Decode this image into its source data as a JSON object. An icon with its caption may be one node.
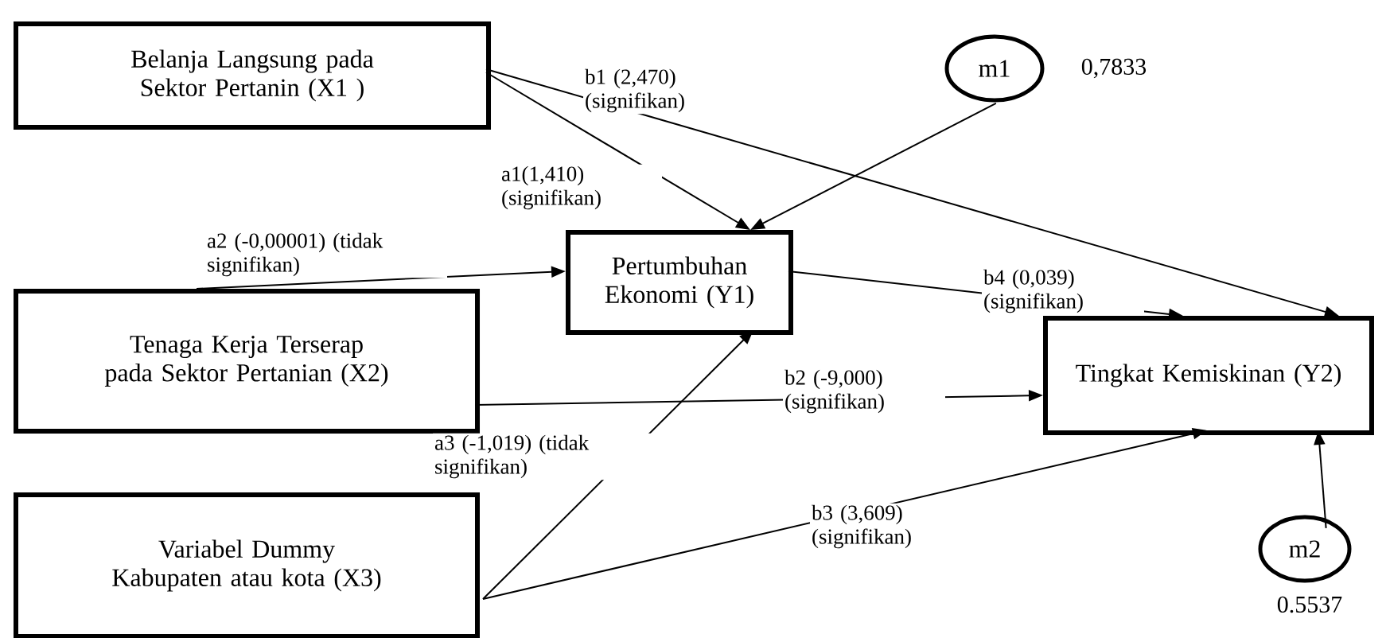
{
  "diagram": {
    "nodes": [
      {
        "text": [
          "Belanja Langsung pada Sektor Pertanin (X1 )"
        ]
      },
      {
        "text": [
          "Tenaga Kerja Terserap pada Sektor Pertanian (X2)"
        ]
      },
      {
        "text": [
          "Variabel Dummy Kabupaten atau kota (X3)"
        ]
      },
      {
        "text": [
          "Pertumbuhan Ekonomi (Y1)"
        ]
      },
      {
        "text": [
          "Tingkat Kemiskinan (Y2)"
        ]
      },
      {
        "text": [
          "m1"
        ],
        "beside": [
          "0,7833"
        ]
      },
      {
        "text": [
          "m2"
        ],
        "beside": [
          "0.5537"
        ]
      }
    ],
    "edges": [
      {
        "from": 0,
        "to": 4,
        "arrow": "to",
        "label": "b1 (2,470) (signifikan)"
      },
      {
        "from": 0,
        "to": 3,
        "arrow": "to",
        "label": "a1(1,410) (signifikan)"
      },
      {
        "from": 5,
        "to": 3,
        "arrow": "to"
      },
      {
        "from": 1,
        "to": 3,
        "arrow": "to",
        "label": "a2 (-0,00001) (tidak signifikan)"
      },
      {
        "from": 3,
        "to": 4,
        "arrow": "to",
        "label": "b4 (0,039) (signifikan)"
      },
      {
        "from": 1,
        "to": 4,
        "arrow": "to",
        "label": "b2 (-9,000) (signifikan)"
      },
      {
        "from": 2,
        "to": 3,
        "arrow": "to",
        "label": "a3 (-1,019) (tidak signifikan)"
      },
      {
        "from": 2,
        "to": 4,
        "arrow": "to",
        "label": "b3 (3,609) (signifikan)"
      },
      {
        "from": 6,
        "to": 4,
        "arrow": "to"
      }
    ]
  }
}
